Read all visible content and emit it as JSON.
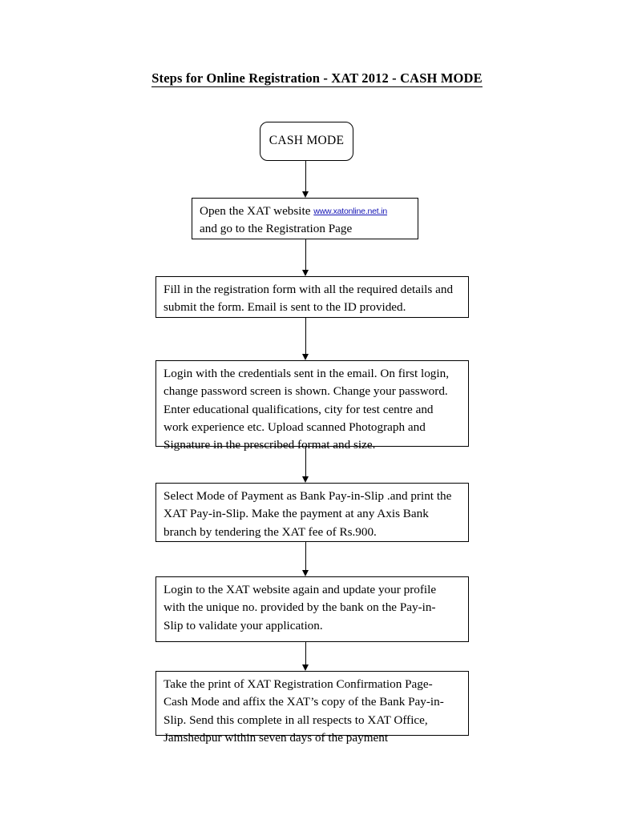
{
  "document": {
    "title": "Steps for Online Registration - XAT 2012 - CASH MODE"
  },
  "flowchart": {
    "type": "flowchart",
    "orientation": "top-to-bottom",
    "background_color": "#ffffff",
    "text_color": "#000000",
    "border_color": "#000000",
    "link_color": "#1414b4",
    "nodes": [
      {
        "id": "cash-mode",
        "shape": "rounded-rectangle",
        "lines": [
          "CASH MODE"
        ]
      },
      {
        "id": "open-site",
        "shape": "rectangle",
        "lines": [
          "Open the XAT website ",
          "and go to the Registration Page"
        ],
        "link_text": "www.xatonline.net.in"
      },
      {
        "id": "fill-form",
        "shape": "rectangle",
        "lines": [
          "Fill in the registration form with all the required details and",
          "submit the form. Email is sent to the ID provided."
        ]
      },
      {
        "id": "login-creds",
        "shape": "rectangle",
        "lines": [
          "Login with the credentials sent in the email. On first login,",
          "change password screen is shown. Change your password.",
          "Enter educational qualifications, city for test centre and",
          "work experience etc. Upload scanned Photograph and",
          "Signature in the prescribed format and size."
        ]
      },
      {
        "id": "payment",
        "shape": "rectangle",
        "lines": [
          "Select Mode of Payment as Bank Pay-in-Slip .and print the",
          "XAT Pay-in-Slip. Make the payment at any Axis Bank",
          "branch by tendering the XAT fee of Rs.900."
        ]
      },
      {
        "id": "update-profile",
        "shape": "rectangle",
        "lines": [
          "Login to the XAT website again and update your profile",
          "with the unique no. provided by the bank on the Pay-in-",
          "Slip to validate your application."
        ]
      },
      {
        "id": "send-print",
        "shape": "rectangle",
        "lines": [
          "Take the print of XAT Registration Confirmation Page-",
          "Cash Mode and affix the XAT’s copy of the Bank Pay-in-",
          "Slip. Send this complete in all respects to XAT Office,",
          "Jamshedpur within seven days of the payment"
        ]
      }
    ],
    "connectors": [
      {
        "id": "conn-1",
        "from": "cash-mode",
        "to": "open-site",
        "style": "arrow-down"
      },
      {
        "id": "conn-2",
        "from": "open-site",
        "to": "fill-form",
        "style": "arrow-down"
      },
      {
        "id": "conn-3",
        "from": "fill-form",
        "to": "login-creds",
        "style": "arrow-down"
      },
      {
        "id": "conn-4",
        "from": "login-creds",
        "to": "payment",
        "style": "arrow-down"
      },
      {
        "id": "conn-5",
        "from": "payment",
        "to": "update-profile",
        "style": "arrow-down"
      },
      {
        "id": "conn-6",
        "from": "update-profile",
        "to": "send-print",
        "style": "arrow-down"
      }
    ]
  }
}
